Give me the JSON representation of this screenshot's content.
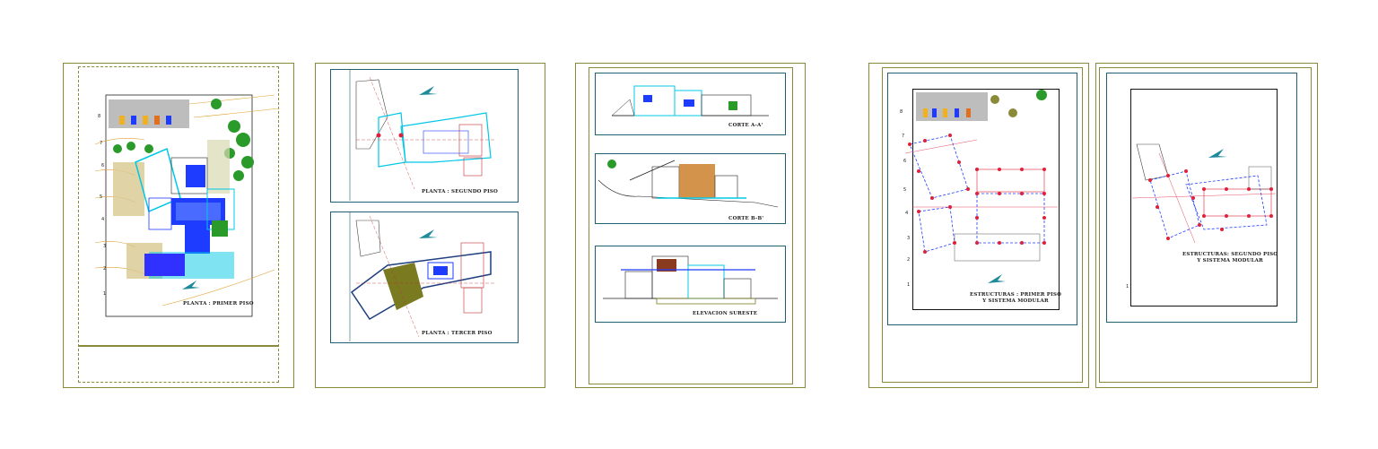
{
  "sheets": {
    "s1": {
      "label": "PLANTA : PRIMER PISO"
    },
    "s2": {
      "top_label": "PLANTA : SEGUNDO PISO",
      "bottom_label": "PLANTA : TERCER PISO"
    },
    "s3": {
      "cut_a": "CORTE A-A'",
      "cut_b": "CORTE B-B'",
      "elevation": "ELEVACION SURESTE"
    },
    "s4": {
      "label_line1": "ESTRUCTURAS : PRIMER PISO",
      "label_line2": "Y SISTEMA MODULAR"
    },
    "s5": {
      "label_line1": "ESTRUCTURAS: SEGUNDO PISO",
      "label_line2": "Y SISTEMA MODULAR"
    }
  },
  "grid_numbers": [
    "8",
    "7",
    "6",
    "5",
    "4",
    "3",
    "2",
    "1"
  ],
  "colors": {
    "sheet_border": "#8a8a3a",
    "frame_border": "#1f5f6f",
    "cyan": "#00c8e6",
    "blue": "#1e3cff",
    "red": "#e0203a",
    "green": "#2a9a2a",
    "orange": "#c8781e",
    "olive": "#7a7a20"
  }
}
